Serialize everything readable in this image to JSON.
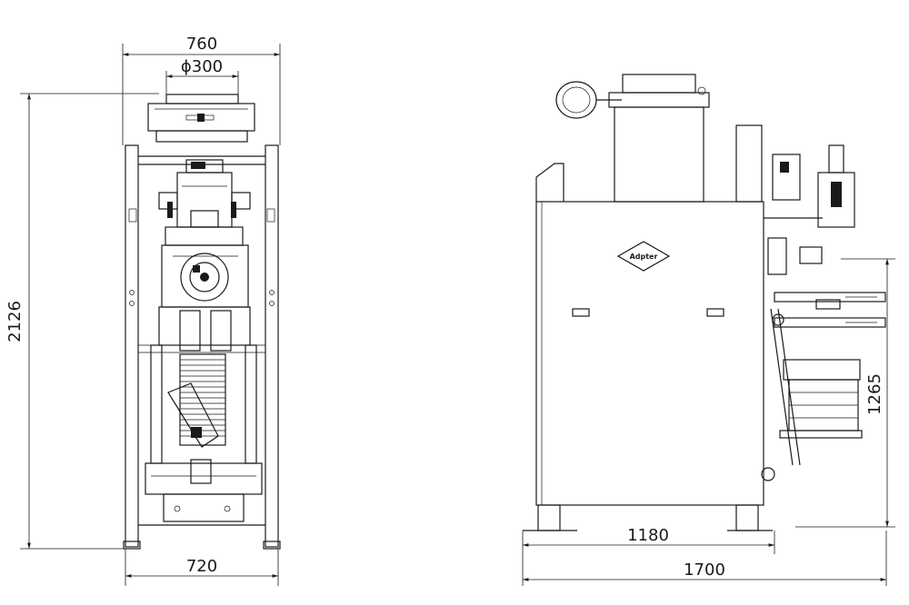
{
  "front_view": {
    "dim_width_top": "760",
    "dim_diameter": "ϕ300",
    "dim_height": "2126",
    "dim_width_bottom": "720"
  },
  "side_view": {
    "logo_text": "Adpter",
    "dim_width_frame": "1180",
    "dim_width_total": "1700",
    "dim_height_discharge": "1265"
  }
}
